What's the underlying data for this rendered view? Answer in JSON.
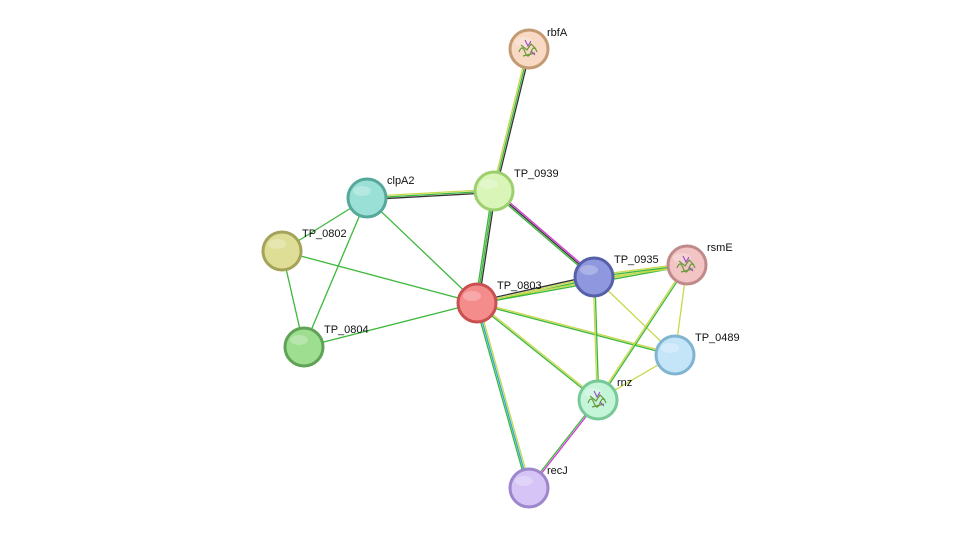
{
  "network": {
    "nodes": [
      {
        "id": "rbfA",
        "label": "rbfA",
        "fill": "#f7d9c4",
        "stroke": "#c49a72",
        "has_structure": true
      },
      {
        "id": "TP_0939",
        "label": "TP_0939",
        "fill": "#d9f5b8",
        "stroke": "#9ecf6f",
        "has_structure": false
      },
      {
        "id": "clpA2",
        "label": "clpA2",
        "fill": "#9be0d6",
        "stroke": "#55a89a",
        "has_structure": false
      },
      {
        "id": "TP_0802",
        "label": "TP_0802",
        "fill": "#dede96",
        "stroke": "#a3a35a",
        "has_structure": false
      },
      {
        "id": "TP_0803",
        "label": "TP_0803",
        "fill": "#f48c8c",
        "stroke": "#c95050",
        "has_structure": false
      },
      {
        "id": "TP_0804",
        "label": "TP_0804",
        "fill": "#9ede90",
        "stroke": "#5ea356",
        "has_structure": false
      },
      {
        "id": "TP_0935",
        "label": "TP_0935",
        "fill": "#8f98de",
        "stroke": "#5560a8",
        "has_structure": false
      },
      {
        "id": "rsmE",
        "label": "rsmE",
        "fill": "#f2c4c4",
        "stroke": "#c08a8a",
        "has_structure": true
      },
      {
        "id": "TP_0489",
        "label": "TP_0489",
        "fill": "#c4e4f8",
        "stroke": "#80b5d2",
        "has_structure": false
      },
      {
        "id": "rnz",
        "label": "rnz",
        "fill": "#c4f5d9",
        "stroke": "#78c998",
        "has_structure": true
      },
      {
        "id": "recJ",
        "label": "recJ",
        "fill": "#d5c4f5",
        "stroke": "#9c86cc",
        "has_structure": false
      }
    ],
    "edges": [
      {
        "source": "rbfA",
        "target": "TP_0939",
        "colors": [
          "#333333",
          "#3db83d",
          "#c8d84a"
        ]
      },
      {
        "source": "TP_0939",
        "target": "clpA2",
        "colors": [
          "#333333",
          "#3db83d",
          "#c8d84a"
        ]
      },
      {
        "source": "TP_0939",
        "target": "TP_0803",
        "colors": [
          "#333333",
          "#3db83d",
          "#3db83d"
        ]
      },
      {
        "source": "TP_0939",
        "target": "TP_0935",
        "colors": [
          "#d633d6",
          "#333333",
          "#3db83d"
        ]
      },
      {
        "source": "clpA2",
        "target": "TP_0802",
        "colors": [
          "#3db83d"
        ]
      },
      {
        "source": "clpA2",
        "target": "TP_0803",
        "colors": [
          "#3db83d"
        ]
      },
      {
        "source": "clpA2",
        "target": "TP_0804",
        "colors": [
          "#3db83d"
        ]
      },
      {
        "source": "TP_0802",
        "target": "TP_0803",
        "colors": [
          "#3db83d"
        ]
      },
      {
        "source": "TP_0802",
        "target": "TP_0804",
        "colors": [
          "#3db83d"
        ]
      },
      {
        "source": "TP_0804",
        "target": "TP_0803",
        "colors": [
          "#3db83d"
        ]
      },
      {
        "source": "TP_0803",
        "target": "TP_0935",
        "colors": [
          "#333333",
          "#c8d84a",
          "#3db83d"
        ]
      },
      {
        "source": "TP_0803",
        "target": "rsmE",
        "colors": [
          "#c8d84a",
          "#3db83d"
        ]
      },
      {
        "source": "TP_0803",
        "target": "TP_0489",
        "colors": [
          "#c8d84a",
          "#3db83d"
        ]
      },
      {
        "source": "TP_0803",
        "target": "rnz",
        "colors": [
          "#c8d84a",
          "#3db83d"
        ]
      },
      {
        "source": "TP_0803",
        "target": "recJ",
        "colors": [
          "#c8d84a",
          "#29a8d6",
          "#3db83d"
        ]
      },
      {
        "source": "TP_0935",
        "target": "rsmE",
        "colors": [
          "#c8d84a",
          "#3db83d",
          "#c8d84a"
        ]
      },
      {
        "source": "TP_0935",
        "target": "TP_0489",
        "colors": [
          "#c8d84a"
        ]
      },
      {
        "source": "TP_0935",
        "target": "rnz",
        "colors": [
          "#3db83d",
          "#c8d84a"
        ]
      },
      {
        "source": "rsmE",
        "target": "rnz",
        "colors": [
          "#3db83d",
          "#c8d84a"
        ]
      },
      {
        "source": "rsmE",
        "target": "TP_0489",
        "colors": [
          "#c8d84a"
        ]
      },
      {
        "source": "TP_0489",
        "target": "rnz",
        "colors": [
          "#c8d84a"
        ]
      },
      {
        "source": "rnz",
        "target": "recJ",
        "colors": [
          "#d633d6",
          "#3db83d"
        ]
      }
    ]
  }
}
